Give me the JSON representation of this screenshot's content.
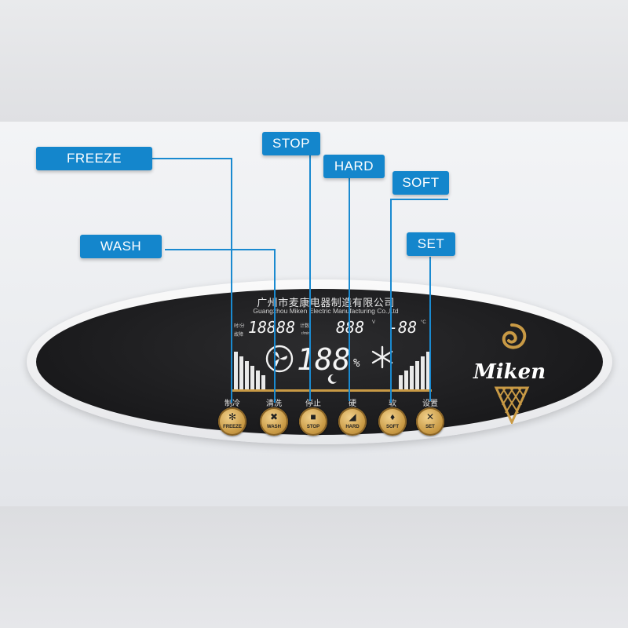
{
  "callouts": {
    "freeze": "FREEZE",
    "wash": "WASH",
    "stop": "STOP",
    "hard": "HARD",
    "soft": "SOFT",
    "set": "SET"
  },
  "colors": {
    "callout": "#1486cc",
    "panel": "#1a1a1c",
    "button_gold": "#c99a45"
  },
  "panel": {
    "company_cn": "广州市麦康电器制造有限公司",
    "company_en": "Guangzhou Miken Electric Manufacturing Co.,Ltd",
    "brand": "Miken",
    "logo_icon": "ice-cream-cone-icon",
    "display": {
      "timer_label_top": "时/分",
      "timer_label_bottom": "故障",
      "timer_value": "18",
      "counter_value": "888",
      "counter_label": "计数",
      "voltage_value": "888",
      "voltage_unit": "V",
      "temp_value": "-88",
      "temp_unit": "°C",
      "percent_value": "188",
      "percent_unit": "%",
      "rpm_label": "r/min"
    },
    "controls": [
      {
        "cn": "制冷",
        "en": "FREEZE",
        "icon": "snowflake-icon"
      },
      {
        "cn": "清洗",
        "en": "WASH",
        "icon": "fan-icon"
      },
      {
        "cn": "停止",
        "en": "STOP",
        "icon": "square-stop-icon"
      },
      {
        "cn": "硬",
        "en": "HARD",
        "icon": "cone-hard-icon"
      },
      {
        "cn": "软",
        "en": "SOFT",
        "icon": "cone-soft-icon"
      },
      {
        "cn": "设置",
        "en": "SET",
        "icon": "tools-icon"
      }
    ]
  }
}
